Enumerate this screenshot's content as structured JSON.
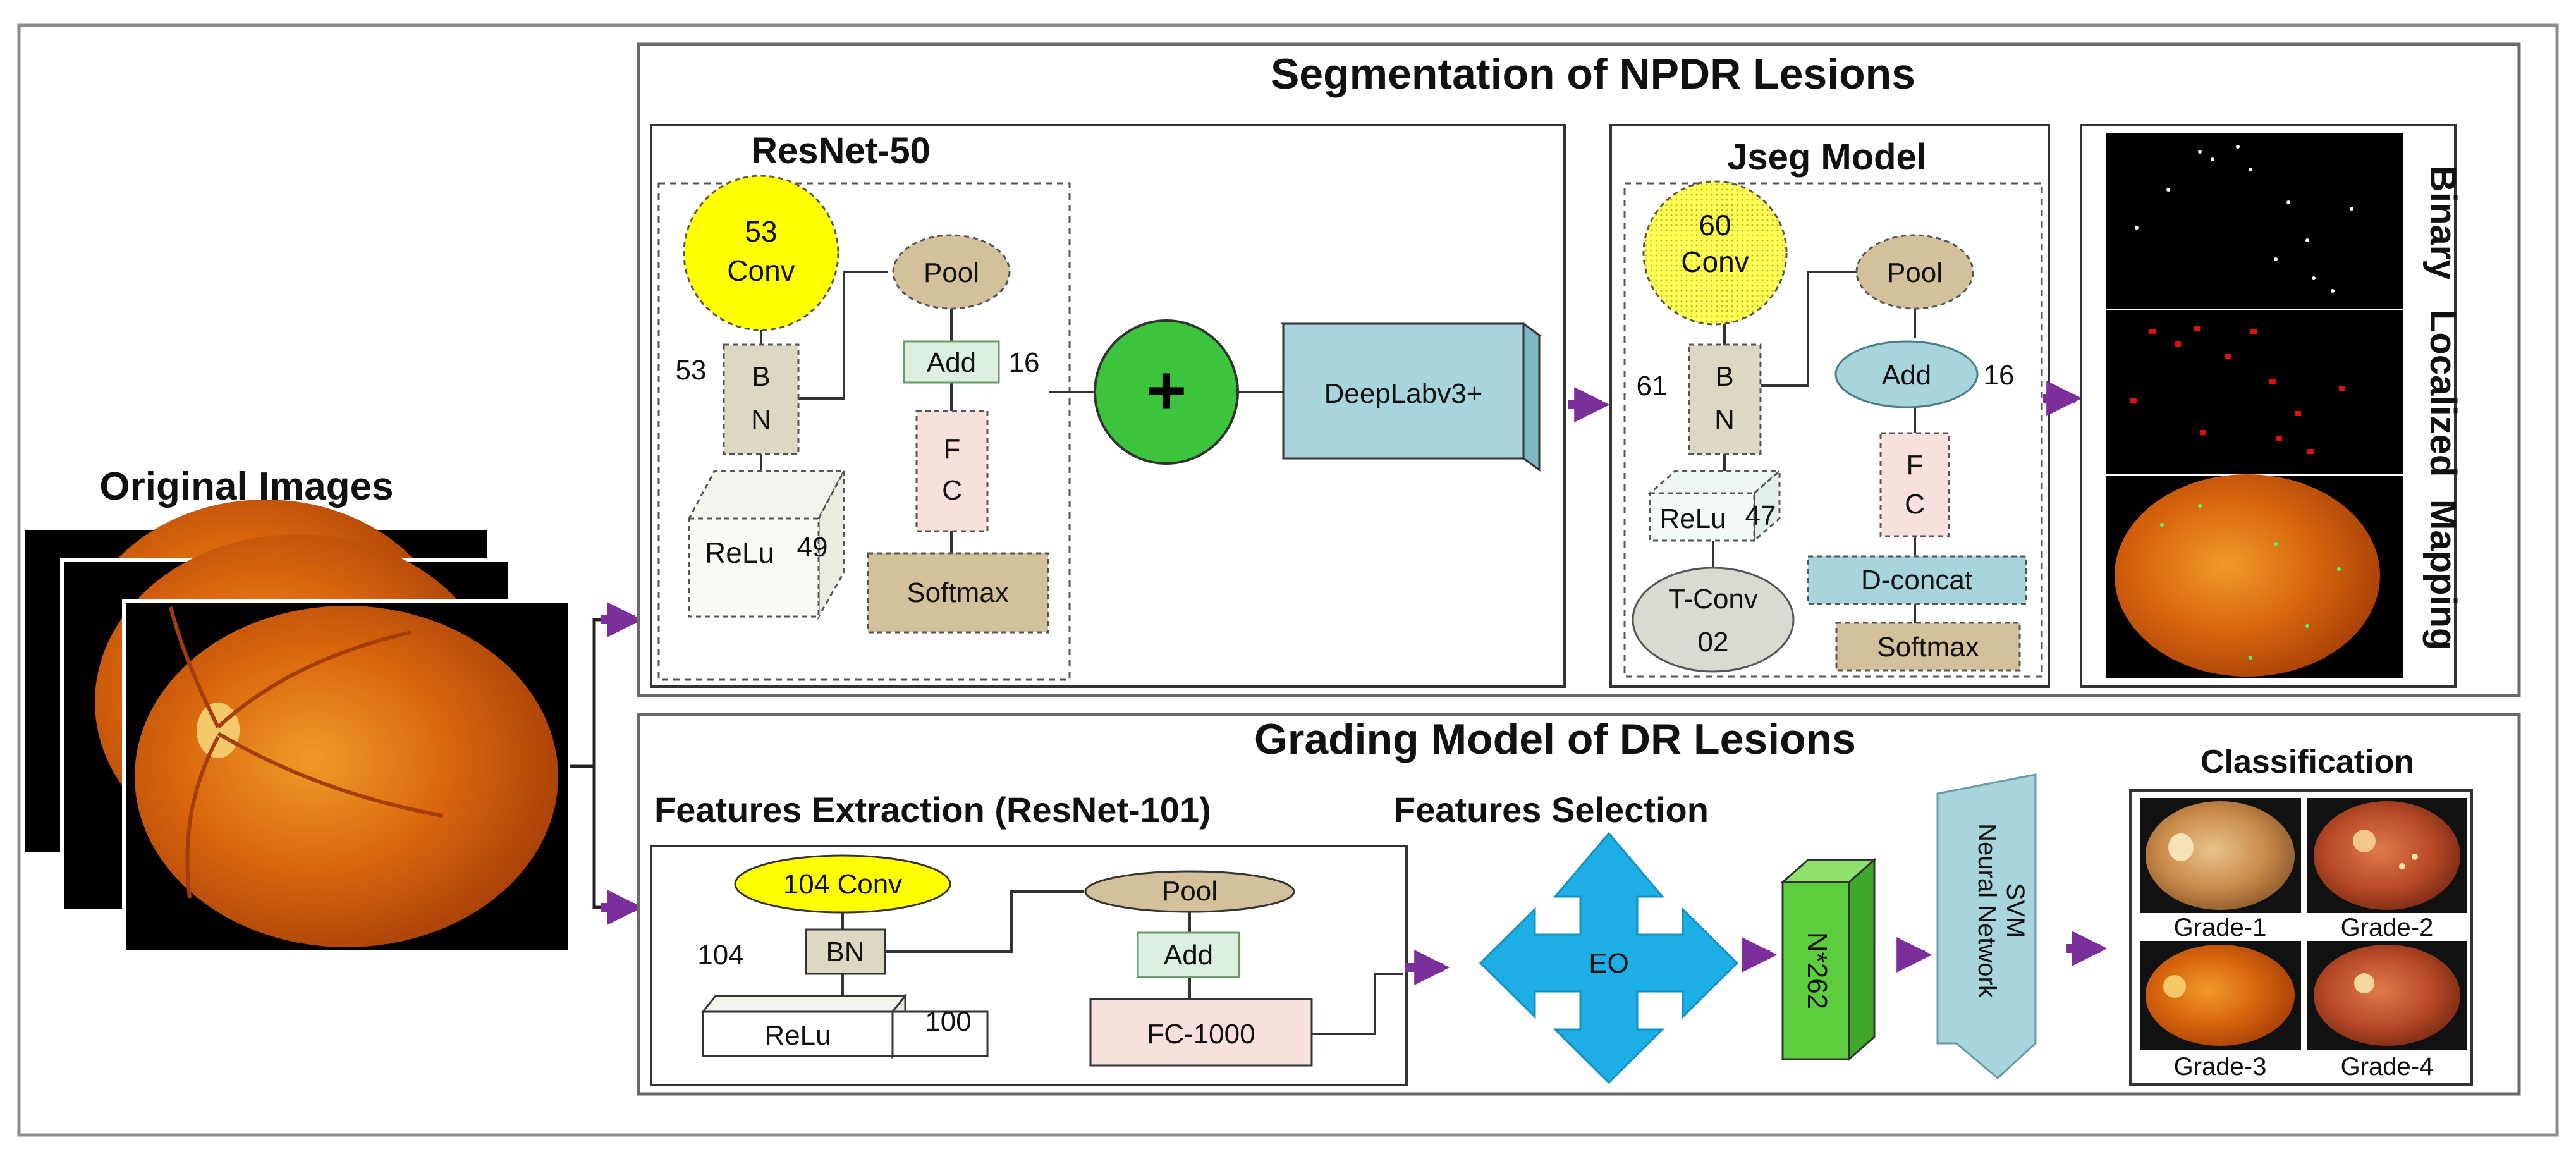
{
  "left": {
    "title": "Original Images"
  },
  "segmentation": {
    "title": "Segmentation of NPDR Lesions",
    "resnet50": {
      "title": "ResNet-50",
      "conv": [
        "53",
        "Conv"
      ],
      "bn": [
        "B",
        "N"
      ],
      "bn_count": "53",
      "pool": "Pool",
      "add": "Add",
      "add_count": "16",
      "fc": [
        "F",
        "C"
      ],
      "relu": "ReLu",
      "relu_count": "49",
      "softmax": "Softmax"
    },
    "plus": "+",
    "deeplab": "DeepLabv3+",
    "jseg": {
      "title": "Jseg Model",
      "conv": [
        "60",
        "Conv"
      ],
      "bn": [
        "B",
        "N"
      ],
      "bn_count": "61",
      "pool": "Pool",
      "add": "Add",
      "add_count": "16",
      "fc": [
        "F",
        "C"
      ],
      "relu": "ReLu",
      "relu_count": "47",
      "dconcat": "D-concat",
      "tconv": [
        "T-Conv",
        "02"
      ],
      "softmax": "Softmax"
    },
    "output_labels": [
      "Binary",
      "Localized",
      "Mapping"
    ]
  },
  "grading": {
    "title": "Grading Model of DR Lesions",
    "features_title": "Features Extraction (ResNet-101)",
    "conv": "104 Conv",
    "bn": "BN",
    "bn_count": "104",
    "relu": "ReLu",
    "relu_count": "100",
    "pool": "Pool",
    "add": "Add",
    "fc": "FC-1000",
    "selection_title": "Features Selection",
    "eo": "EO",
    "nbox": "N*262",
    "classifier": [
      "SVM",
      "Neural Network"
    ],
    "classification_title": "Classification",
    "grades": [
      "Grade-1",
      "Grade-2",
      "Grade-3",
      "Grade-4"
    ]
  },
  "colors": {
    "conv_yellow": "#ffff00",
    "pool_tan": "#d2c19a",
    "bn_beige": "#ddd8c4",
    "add_green": "#dcefe0",
    "fc_pink": "#f8e0dc",
    "plus_green": "#3cc43c",
    "deeplab_blue": "#a8d4dc",
    "arrow_purple": "#7b2f9a",
    "eo_blue": "#1eaee6",
    "nbox_green": "#5ccd3c",
    "fundus_orange": "#d96a10"
  }
}
